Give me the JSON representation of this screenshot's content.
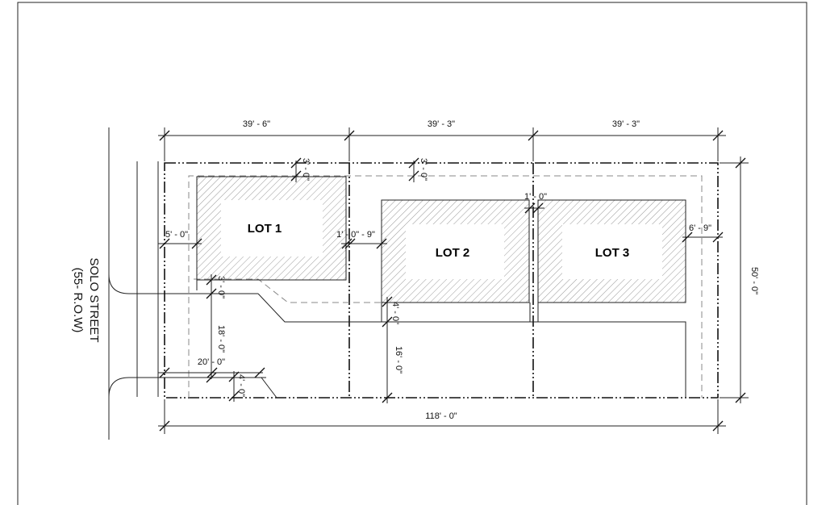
{
  "drawing": {
    "street": {
      "name": "SOLO STREET",
      "row": "(55- R.O.W)"
    },
    "lots": [
      {
        "label": "LOT 1"
      },
      {
        "label": "LOT 2"
      },
      {
        "label": "LOT 3"
      }
    ],
    "dimensions": {
      "lot1_width": "39' - 6\"",
      "lot2_width": "39' - 3\"",
      "lot3_width": "39' - 3\"",
      "total_width": "118' - 0\"",
      "depth": "50' - 0\"",
      "front_setback_lot1": "3' - 0\"",
      "front_setback_lot2": "3' - 0\"",
      "gap_lot2_lot3": "1' - 0\"",
      "side_lot1_left": "5' - 0\"",
      "gap_lot1_lot2": "1' - 0\" - 9\"",
      "side_lot3_right": "6' - 9\"",
      "lot1_rear_gap": "3' - 0\"",
      "lot1_rear_yard": "18' - 0\"",
      "lot2_rear_gap": "4' - 0\"",
      "lot2_rear_yard": "16' - 0\"",
      "driveway_width": "20' - 0\"",
      "driveway_offset": "4' - 0\""
    }
  }
}
